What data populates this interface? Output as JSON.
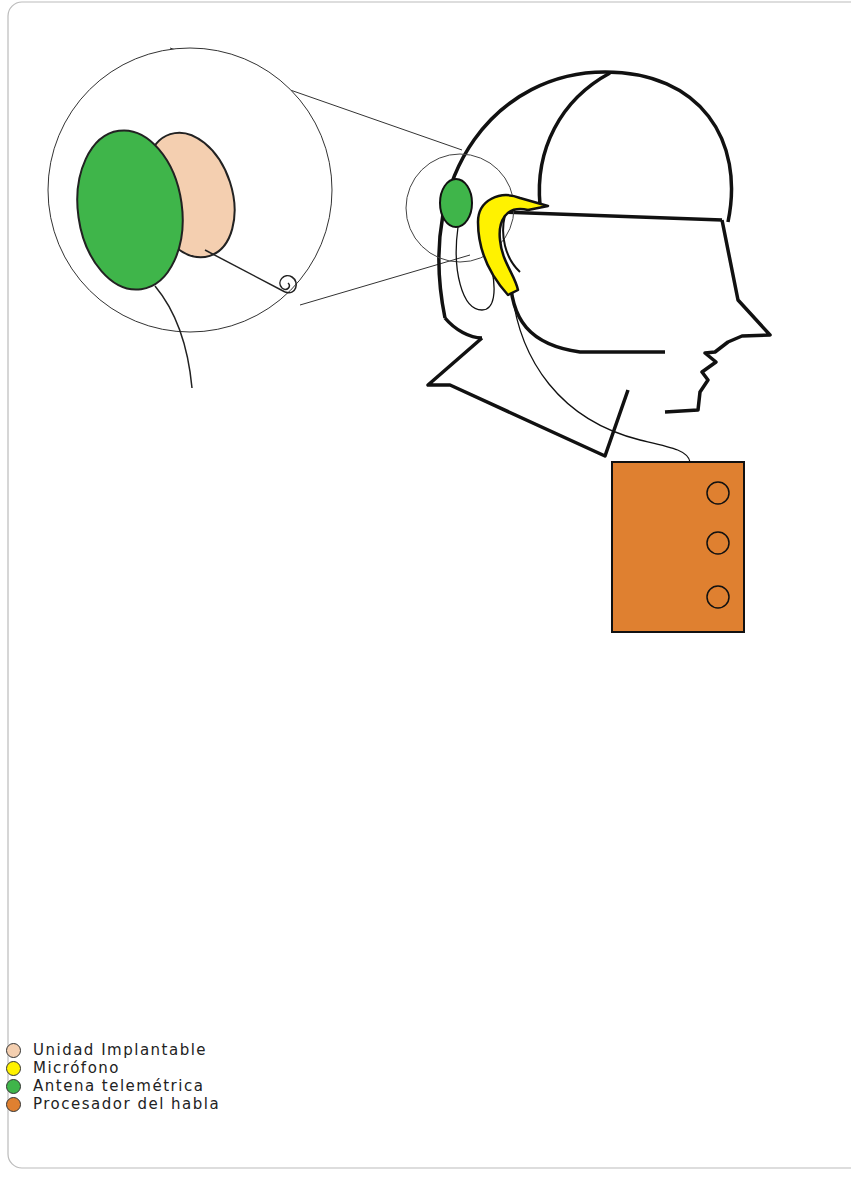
{
  "diagram": {
    "legend": [
      {
        "text": "Unidad Implantable",
        "color": "#f4cfb0"
      },
      {
        "text": "Micrófono",
        "color": "#fff200"
      },
      {
        "text": "Antena telemétrica",
        "color": "#3fb54a"
      },
      {
        "text": "Procesador del habla",
        "color": "#df8030"
      }
    ]
  }
}
